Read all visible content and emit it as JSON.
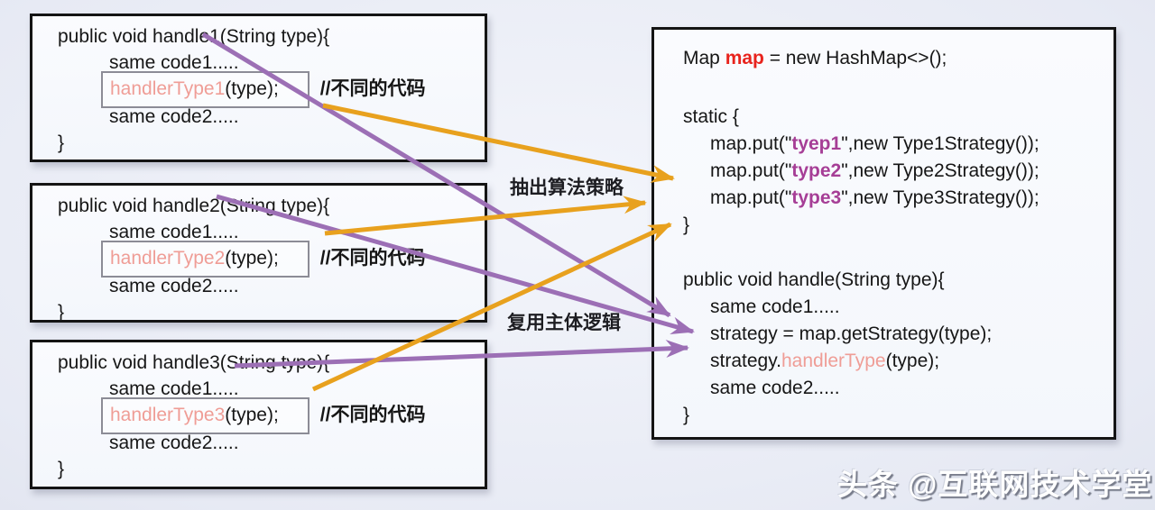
{
  "colors": {
    "orange_arrow": "#E8A11E",
    "purple_arrow": "#9C6FB5",
    "salmon_text": "#EF9D96",
    "red_var": "#E8231D",
    "magenta_key": "#A63E96"
  },
  "left_boxes": [
    {
      "signature": "public void handle1(String type){",
      "same_code1": "same code1.....",
      "highlight_call": "handlerType1",
      "highlight_args": "(type);",
      "comment": "//不同的代码",
      "same_code2": "same code2.....",
      "closing_brace": "}"
    },
    {
      "signature": "public void handle2(String type){",
      "same_code1": "same code1.....",
      "highlight_call": "handlerType2",
      "highlight_args": "(type);",
      "comment": "//不同的代码",
      "same_code2": "same code2.....",
      "closing_brace": "}"
    },
    {
      "signature": "public void handle3(String type){",
      "same_code1": "same code1.....",
      "highlight_call": "handlerType3",
      "highlight_args": "(type);",
      "comment": "//不同的代码",
      "same_code2": "same code2.....",
      "closing_brace": "}"
    }
  ],
  "arrow_labels": {
    "extract_strategy": "抽出算法策略",
    "reuse_logic": "复用主体逻辑"
  },
  "right_box": {
    "map_decl_pre": "Map ",
    "map_decl_var": "map",
    "map_decl_post": " = new HashMap<>();",
    "static_open": "static {",
    "puts": [
      {
        "pre": "map.put(\"",
        "key": "tyep1",
        "post": "\",new Type1Strategy());"
      },
      {
        "pre": "map.put(\"",
        "key": "type2",
        "post": "\",new Type2Strategy());"
      },
      {
        "pre": "map.put(\"",
        "key": "type3",
        "post": "\",new Type3Strategy());"
      }
    ],
    "static_close": "}",
    "handle_signature": "public void handle(String type){",
    "same_code1": "same code1.....",
    "strategy_get": "strategy = map.getStrategy(type);",
    "strategy_call_obj": "strategy.",
    "strategy_call_method": "handlerType",
    "strategy_call_args": "(type);",
    "same_code2": "same code2.....",
    "closing_brace": "}"
  },
  "watermark": "头条 @互联网技术学堂"
}
